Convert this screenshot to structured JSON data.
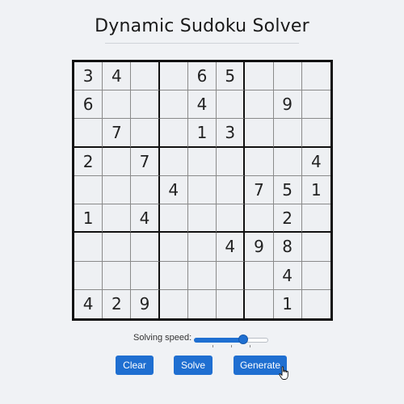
{
  "app": {
    "title": "Dynamic Sudoku Solver"
  },
  "board": {
    "rows": [
      [
        "3",
        "4",
        "",
        "",
        "6",
        "5",
        "",
        "",
        ""
      ],
      [
        "6",
        "",
        "",
        "",
        "4",
        "",
        "",
        "9",
        ""
      ],
      [
        "",
        "7",
        "",
        "",
        "1",
        "3",
        "",
        "",
        ""
      ],
      [
        "2",
        "",
        "7",
        "",
        "",
        "",
        "",
        "",
        "4"
      ],
      [
        "",
        "",
        "",
        "4",
        "",
        "",
        "7",
        "5",
        "1"
      ],
      [
        "1",
        "",
        "4",
        "",
        "",
        "",
        "",
        "2",
        ""
      ],
      [
        "",
        "",
        "",
        "",
        "",
        "4",
        "9",
        "8",
        ""
      ],
      [
        "",
        "",
        "",
        "",
        "",
        "",
        "",
        "4",
        ""
      ],
      [
        "4",
        "2",
        "9",
        "",
        "",
        "",
        "",
        "1",
        ""
      ]
    ]
  },
  "controls": {
    "speed_label": "Solving speed:",
    "speed_value": 0.66,
    "clear_label": "Clear",
    "solve_label": "Solve",
    "generate_label": "Generate"
  },
  "colors": {
    "accent": "#1f6fd1",
    "background": "#f0f2f5"
  },
  "icons": {
    "cursor": "hand-pointer-icon"
  }
}
